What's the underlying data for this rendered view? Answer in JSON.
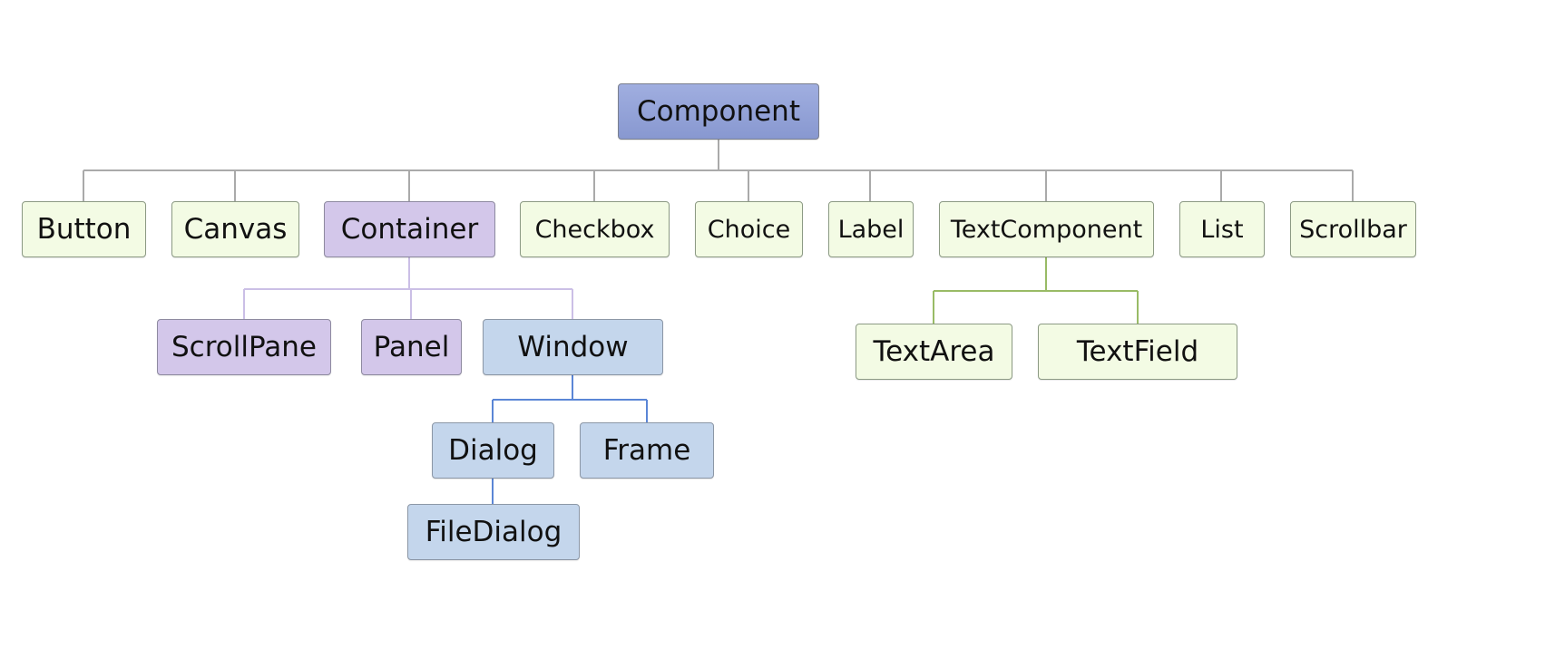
{
  "diagram": {
    "nodes": {
      "component": "Component",
      "button": "Button",
      "canvas": "Canvas",
      "container": "Container",
      "checkbox": "Checkbox",
      "choice": "Choice",
      "label": "Label",
      "textcomponent": "TextComponent",
      "list": "List",
      "scrollbar": "Scrollbar",
      "scrollpane": "ScrollPane",
      "panel": "Panel",
      "window": "Window",
      "dialog": "Dialog",
      "frame": "Frame",
      "filedialog": "FileDialog",
      "textarea": "TextArea",
      "textfield": "TextField"
    },
    "colors": {
      "root_fill": "#8f9fd3",
      "leaf_fill": "#f3fbe4",
      "container_fill": "#d3c7ea",
      "window_fill": "#c4d6ec",
      "edge_gray": "#aaaaaa",
      "edge_purple": "#cbbfe6",
      "edge_blue": "#5b86d6",
      "edge_green": "#99bb66"
    },
    "edges": [
      {
        "from": "Component",
        "to": "Button"
      },
      {
        "from": "Component",
        "to": "Canvas"
      },
      {
        "from": "Component",
        "to": "Container"
      },
      {
        "from": "Component",
        "to": "Checkbox"
      },
      {
        "from": "Component",
        "to": "Choice"
      },
      {
        "from": "Component",
        "to": "Label"
      },
      {
        "from": "Component",
        "to": "TextComponent"
      },
      {
        "from": "Component",
        "to": "List"
      },
      {
        "from": "Component",
        "to": "Scrollbar"
      },
      {
        "from": "Container",
        "to": "ScrollPane"
      },
      {
        "from": "Container",
        "to": "Panel"
      },
      {
        "from": "Container",
        "to": "Window"
      },
      {
        "from": "Window",
        "to": "Dialog"
      },
      {
        "from": "Window",
        "to": "Frame"
      },
      {
        "from": "Dialog",
        "to": "FileDialog"
      },
      {
        "from": "TextComponent",
        "to": "TextArea"
      },
      {
        "from": "TextComponent",
        "to": "TextField"
      }
    ]
  }
}
